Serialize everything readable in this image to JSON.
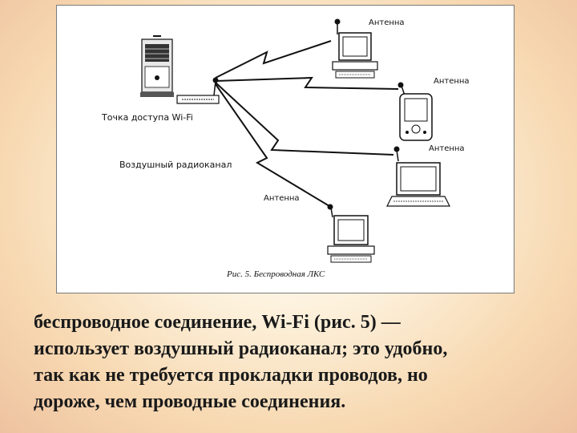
{
  "figure": {
    "labels": {
      "antenna_1": "Антенна",
      "antenna_2": "Антенна",
      "antenna_3": "Антенна",
      "antenna_4": "Антенна",
      "access_point": "Точка доступа Wi-Fi",
      "air_channel": "Воздушный радиоканал",
      "caption": "Рис. 5. Беспроводная ЛКС"
    }
  },
  "body": {
    "lines": [
      "беспроводное соединение, Wi-Fi (рис. 5) —",
      "использует воздушный радиоканал; это удобно,",
      "так как не требуется прокладки проводов, но",
      "дороже, чем проводные соединения."
    ]
  }
}
